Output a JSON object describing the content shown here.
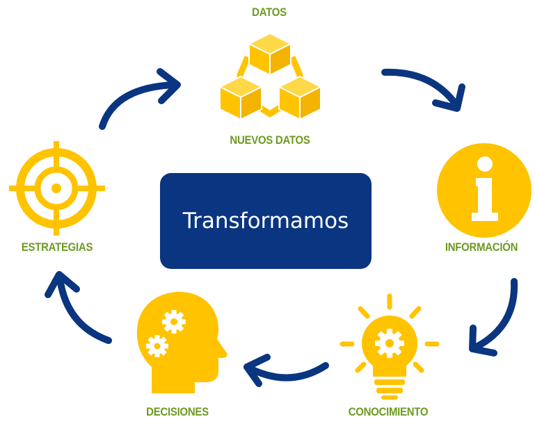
{
  "center": {
    "title": "Transformamos"
  },
  "stages": {
    "datos": "DATOS",
    "nuevos_datos": "NUEVOS DATOS",
    "informacion": "INFORMACIÓN",
    "conocimiento": "CONOCIMIENTO",
    "decisiones": "DECISIONES",
    "estrategias": "ESTRATEGIAS"
  },
  "icons": {
    "datos": "connected-cubes-icon",
    "informacion": "info-icon",
    "conocimiento": "lightbulb-gear-icon",
    "decisiones": "head-gears-icon",
    "estrategias": "target-crosshair-icon"
  },
  "colors": {
    "accent_yellow": "#ffc300",
    "label_green": "#6e9a22",
    "arrow_navy": "#0a3580",
    "box_navy": "#0a3580"
  }
}
